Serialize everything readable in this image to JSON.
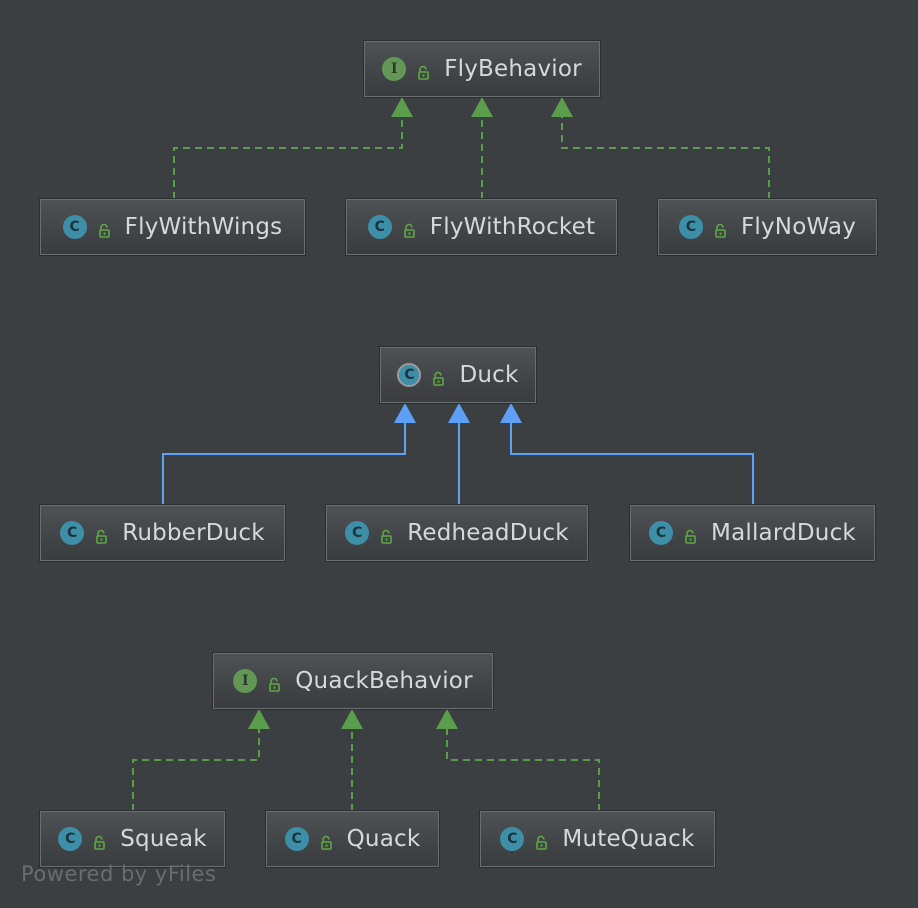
{
  "diagram": {
    "nodes": [
      {
        "id": "fly_behavior",
        "label": "FlyBehavior",
        "kind": "I",
        "kind_type": "interface",
        "visibility": "public"
      },
      {
        "id": "fly_with_wings",
        "label": "FlyWithWings",
        "kind": "C",
        "kind_type": "class",
        "visibility": "public"
      },
      {
        "id": "fly_with_rocket",
        "label": "FlyWithRocket",
        "kind": "C",
        "kind_type": "class",
        "visibility": "public"
      },
      {
        "id": "fly_no_way",
        "label": "FlyNoWay",
        "kind": "C",
        "kind_type": "class",
        "visibility": "public"
      },
      {
        "id": "duck",
        "label": "Duck",
        "kind": "C",
        "kind_type": "abstract",
        "visibility": "public"
      },
      {
        "id": "rubber_duck",
        "label": "RubberDuck",
        "kind": "C",
        "kind_type": "class",
        "visibility": "public"
      },
      {
        "id": "redhead_duck",
        "label": "RedheadDuck",
        "kind": "C",
        "kind_type": "class",
        "visibility": "public"
      },
      {
        "id": "mallard_duck",
        "label": "MallardDuck",
        "kind": "C",
        "kind_type": "class",
        "visibility": "public"
      },
      {
        "id": "quack_behavior",
        "label": "QuackBehavior",
        "kind": "I",
        "kind_type": "interface",
        "visibility": "public"
      },
      {
        "id": "squeak",
        "label": "Squeak",
        "kind": "C",
        "kind_type": "class",
        "visibility": "public"
      },
      {
        "id": "quack",
        "label": "Quack",
        "kind": "C",
        "kind_type": "class",
        "visibility": "public"
      },
      {
        "id": "mute_quack",
        "label": "MuteQuack",
        "kind": "C",
        "kind_type": "class",
        "visibility": "public"
      }
    ],
    "edges": [
      {
        "from": "fly_with_wings",
        "to": "fly_behavior",
        "type": "implements"
      },
      {
        "from": "fly_with_rocket",
        "to": "fly_behavior",
        "type": "implements"
      },
      {
        "from": "fly_no_way",
        "to": "fly_behavior",
        "type": "implements"
      },
      {
        "from": "rubber_duck",
        "to": "duck",
        "type": "extends"
      },
      {
        "from": "redhead_duck",
        "to": "duck",
        "type": "extends"
      },
      {
        "from": "mallard_duck",
        "to": "duck",
        "type": "extends"
      },
      {
        "from": "squeak",
        "to": "quack_behavior",
        "type": "implements"
      },
      {
        "from": "quack",
        "to": "quack_behavior",
        "type": "implements"
      },
      {
        "from": "mute_quack",
        "to": "quack_behavior",
        "type": "implements"
      }
    ],
    "colors": {
      "background": "#3c3f41",
      "implements_edge": "#5a9e4b",
      "extends_edge": "#5ea0f5",
      "interface_badge": "#629755",
      "class_badge": "#3d8fa8",
      "lock": "#5fa843"
    }
  },
  "watermark": "Powered by yFiles"
}
